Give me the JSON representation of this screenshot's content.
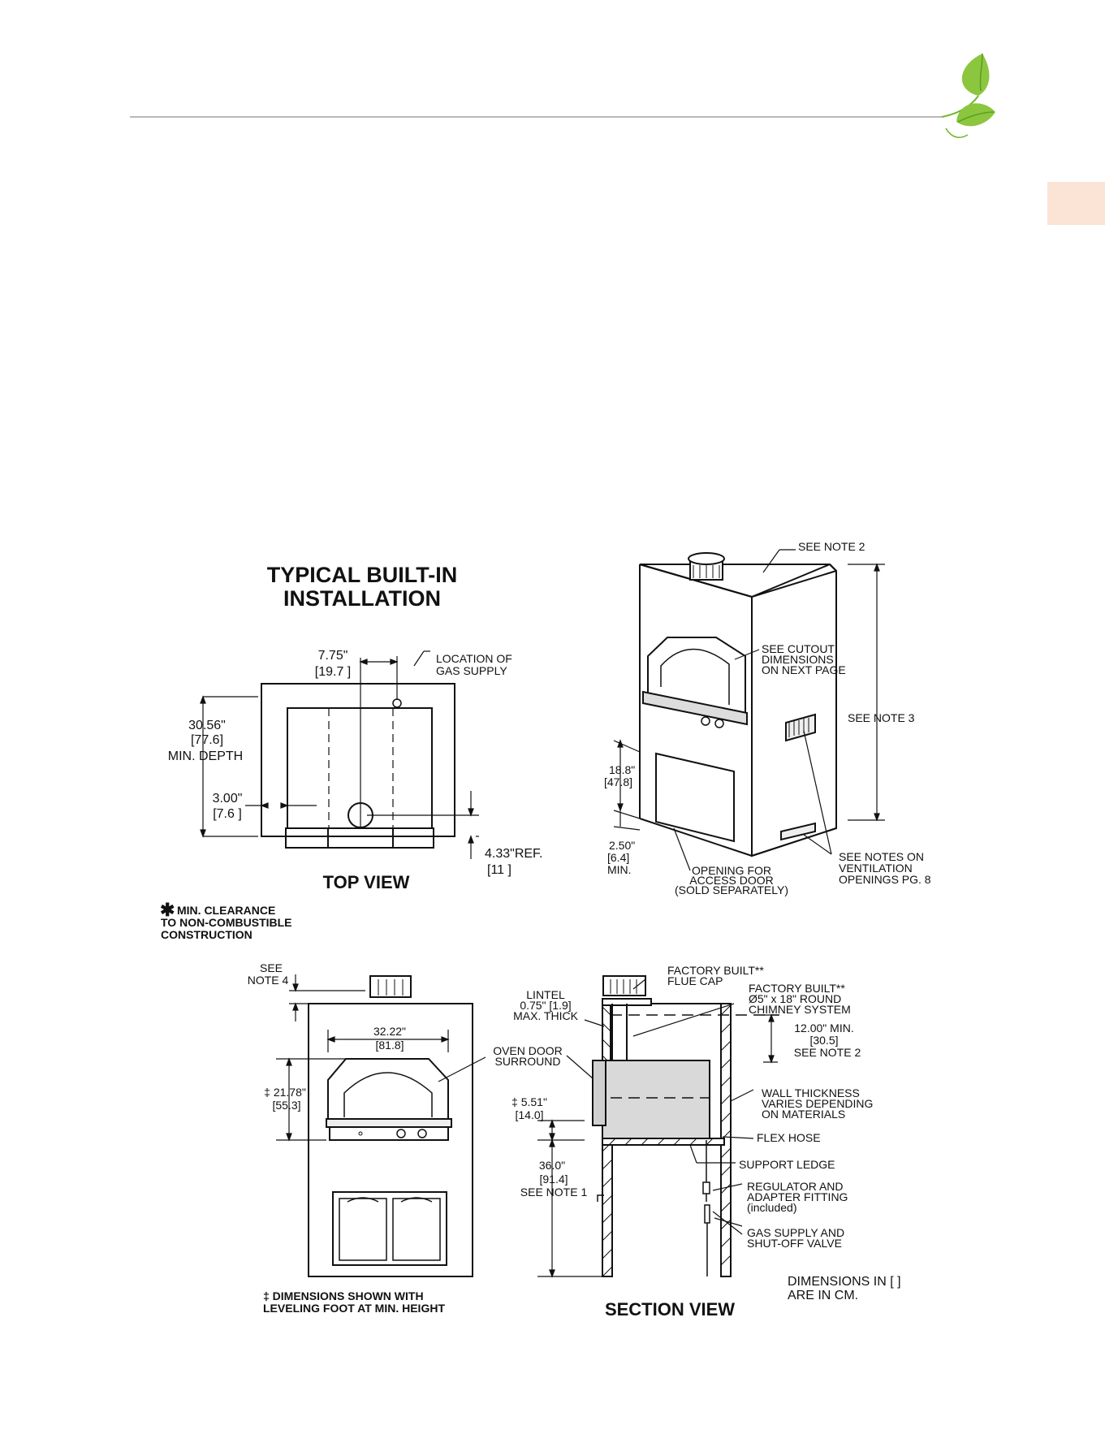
{
  "colors": {
    "leaf": "#8cc63f",
    "leaf_dark": "#4f9a1e",
    "tab": "#fbe3d6",
    "rule": "#b8b8b8"
  },
  "titles": {
    "main_line1": "TYPICAL BUILT-IN",
    "main_line2": "INSTALLATION",
    "top_view": "TOP VIEW",
    "section_view": "SECTION VIEW"
  },
  "top_view": {
    "gas_loc_1": "LOCATION OF",
    "gas_loc_2": "GAS SUPPLY",
    "w_in": "7.75\"",
    "w_cm": "[19.7 ]",
    "depth_in": "30.56\"",
    "depth_cm": "[77.6]",
    "depth_lbl": "MIN. DEPTH",
    "clr_in": "3.00\"",
    "clr_cm": "[7.6 ]",
    "ref_in": "4.33\"REF.",
    "ref_cm": "[11 ]"
  },
  "clearance_note": {
    "star": "✱",
    "line1": "MIN. CLEARANCE",
    "line2": "TO NON-COMBUSTIBLE",
    "line3": "CONSTRUCTION"
  },
  "iso_view": {
    "note2": "SEE NOTE 2",
    "cutout_1": "SEE CUTOUT",
    "cutout_2": "DIMENSIONS",
    "cutout_3": "ON NEXT PAGE",
    "note3": "SEE NOTE 3",
    "h1_in": "18.8\"",
    "h1_cm": "[47.8]",
    "h2_in": "2.50\"",
    "h2_cm": "[6.4]",
    "h2_lbl": "MIN.",
    "opening_1": "OPENING FOR",
    "opening_2": "ACCESS DOOR",
    "opening_3": "(SOLD SEPARATELY)",
    "vent_1": "SEE NOTES ON",
    "vent_2": "VENTILATION",
    "vent_3": "OPENINGS PG. 8"
  },
  "front_view": {
    "see_1": "SEE",
    "see_2": "NOTE 4",
    "w_in": "32.22\"",
    "w_cm": "[81.8]",
    "h_in": "‡ 21.78\"",
    "h_cm": "[55.3]",
    "footnote_1": "‡ DIMENSIONS SHOWN WITH",
    "footnote_2": "LEVELING FOOT AT MIN. HEIGHT"
  },
  "section_view": {
    "flue_1": "FACTORY BUILT**",
    "flue_2": "FLUE CAP",
    "lintel_1": "LINTEL",
    "lintel_2": "0.75\" [1.9]",
    "lintel_3": "MAX. THICK",
    "chim_1": "FACTORY BUILT**",
    "chim_2": "Ø5\" x 18\" ROUND",
    "chim_3": "CHIMNEY SYSTEM",
    "min_1": "12.00\" MIN.",
    "min_2": "[30.5]",
    "min_3": "SEE NOTE 2",
    "door_1": "OVEN DOOR",
    "door_2": "SURROUND",
    "wall_1": "WALL THICKNESS",
    "wall_2": "VARIES DEPENDING",
    "wall_3": "ON MATERIALS",
    "d1_in": "‡ 5.51\"",
    "d1_cm": "[14.0]",
    "flex": "FLEX HOSE",
    "ledge": "SUPPORT LEDGE",
    "h_in": "36.0\"",
    "h_cm": "[91.4]",
    "h_note": "SEE NOTE 1",
    "reg_1": "REGULATOR AND",
    "reg_2": "ADAPTER FITTING",
    "reg_3": "(included)",
    "gas_1": "GAS SUPPLY AND",
    "gas_2": "SHUT-OFF VALVE",
    "dims_1": "DIMENSIONS IN [ ]",
    "dims_2": "ARE IN CM."
  }
}
